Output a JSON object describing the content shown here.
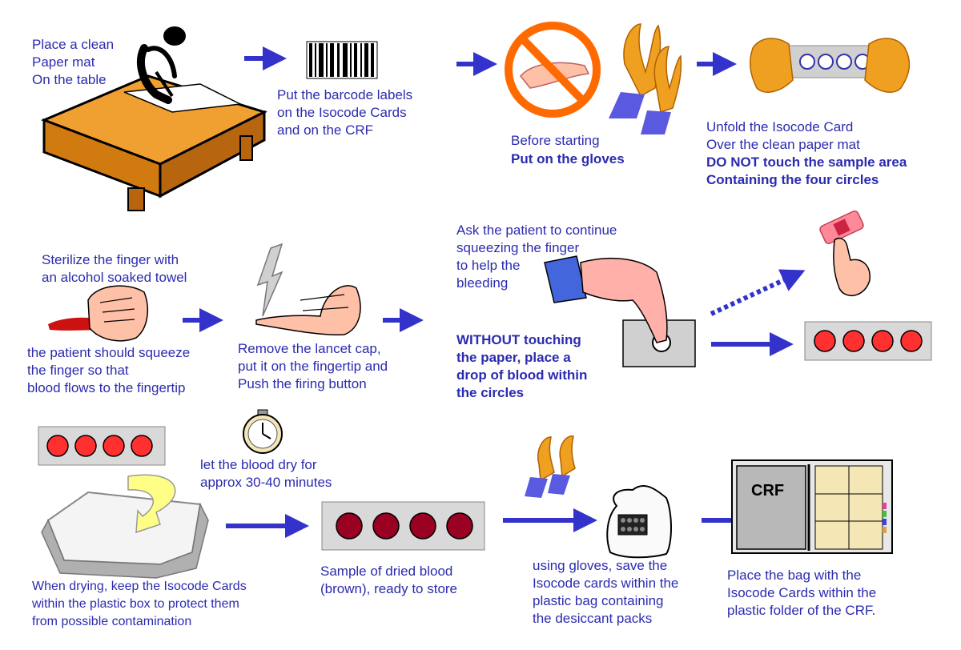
{
  "colors": {
    "text": "#2b2bb0",
    "arrow": "#3333cc",
    "glove": "#f0a020",
    "blood": "#ff3030",
    "dried_blood": "#990022",
    "card": "#d9d9d9",
    "desk": "#e8900a"
  },
  "row1": {
    "step1": "Place a clean\nPaper mat\nOn the table",
    "step2": "Put the barcode labels\non the Isocode Cards\nand on the CRF",
    "step3_line1": "Before starting",
    "step3_line2": "Put on the gloves",
    "step4_line1": "Unfold the Isocode Card\nOver the clean paper mat",
    "step4_line2": "DO NOT touch the sample area\nContaining the four circles"
  },
  "row2": {
    "step5_top": "Sterilize the finger with\n an alcohol soaked towel",
    "step5_bottom": "the patient should squeeze\nthe finger so that\nblood flows to the fingertip",
    "step6": "Remove the lancet cap,\n put it on the fingertip and\nPush the firing button",
    "step7_top": "Ask the patient to continue\nsqueezing the finger\nto help the\nbleeding",
    "step7_bottom": "WITHOUT touching\nthe paper, place a\ndrop of blood within\nthe circles"
  },
  "row3": {
    "step8": "let the blood dry for\napprox 30-40 minutes",
    "step9": "When drying, keep the Isocode Cards\nwithin the plastic box to protect them\nfrom possible contamination",
    "step10": "Sample of dried blood\n(brown), ready to store",
    "step11": "using gloves, save the\nIsocode cards within the\nplastic bag containing\nthe desiccant packs",
    "step12": "Place the bag with the\nIsocode Cards within the\nplastic folder of the CRF.",
    "crf_label": "CRF"
  },
  "icons": [
    "desk-icon",
    "barcode-icon",
    "no-bare-hands-icon",
    "gloves-icon",
    "card-hands-icon",
    "finger-towel-icon",
    "lancet-icon",
    "pointing-hand-icon",
    "bandaged-finger-icon",
    "blood-card-icon",
    "stopwatch-icon",
    "plastic-box-icon",
    "dried-card-icon",
    "bag-icon",
    "crf-folder-icon"
  ]
}
